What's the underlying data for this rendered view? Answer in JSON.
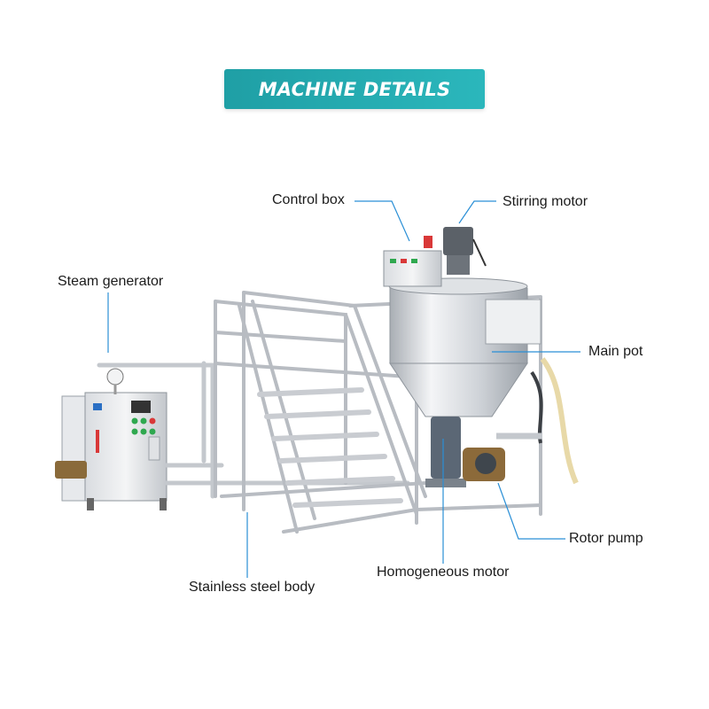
{
  "title": "MACHINE DETAILS",
  "labels": {
    "control_box": "Control box",
    "stirring_motor": "Stirring motor",
    "steam_generator": "Steam generator",
    "main_pot": "Main pot",
    "rotor_pump": "Rotor pump",
    "homogeneous_motor": "Homogeneous motor",
    "stainless_steel_body": "Stainless steel body"
  },
  "colors": {
    "banner": "#1f9fa5",
    "leader_line": "#2a8fd6",
    "steel": "#c9ccd1",
    "steel_dark": "#8f949b",
    "conveyor": "#e8b55a"
  }
}
